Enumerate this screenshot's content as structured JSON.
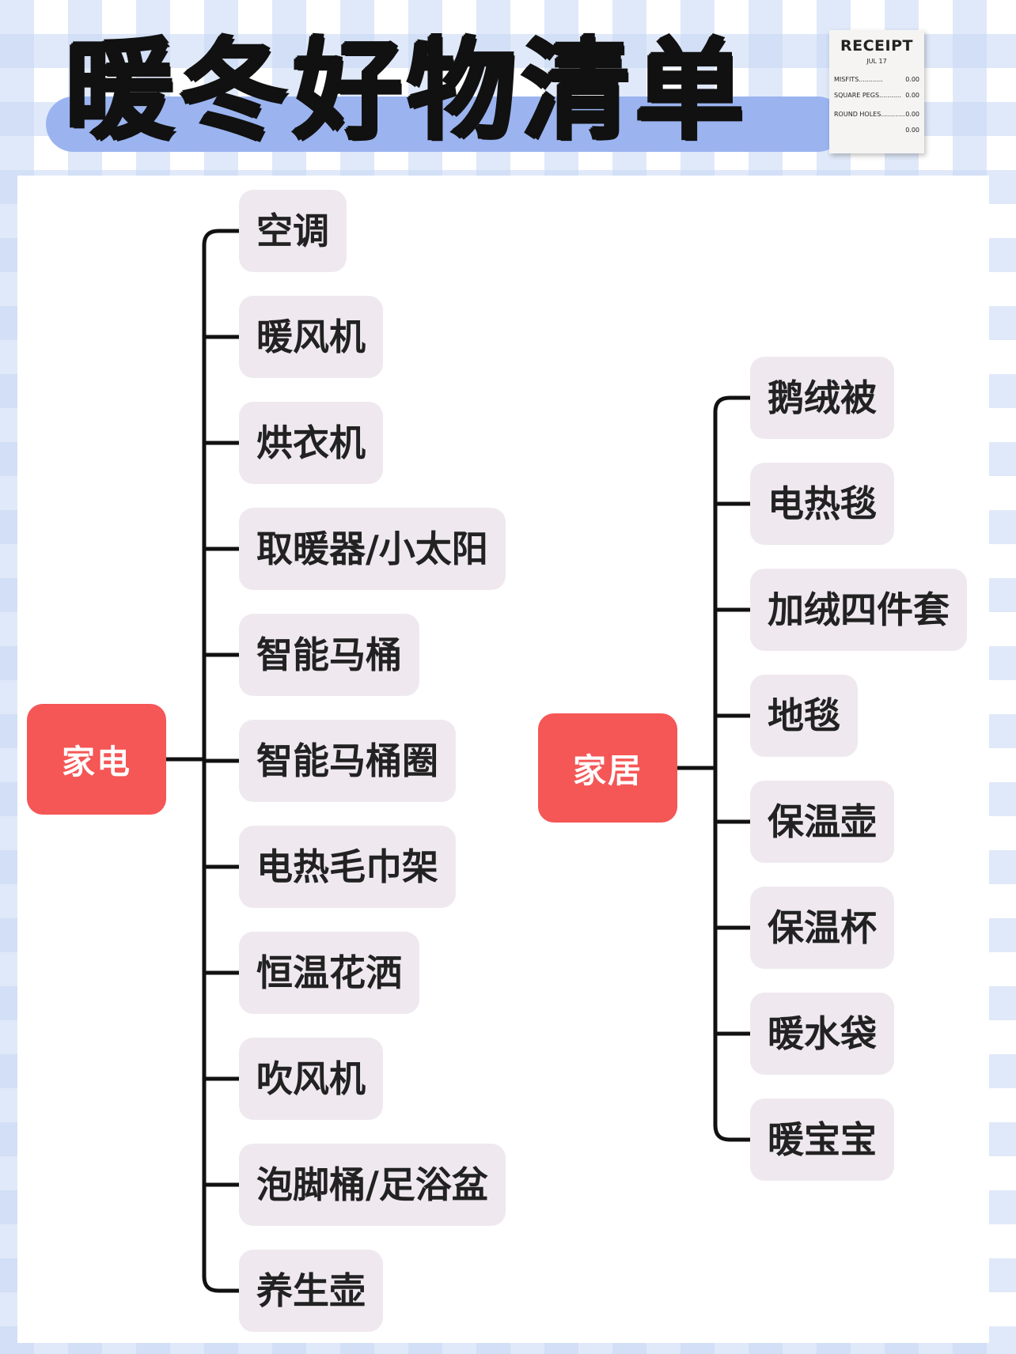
{
  "title": "暖冬好物清单",
  "receipt": {
    "title": "RECEIPT",
    "date": "JUL 17",
    "rows": [
      {
        "label": "MISFITS............",
        "value": "0.00"
      },
      {
        "label": "SQUARE PEGS...........",
        "value": "0.00"
      },
      {
        "label": "ROUND HOLES............",
        "value": "0.00"
      },
      {
        "label": "",
        "value": "0.00"
      }
    ]
  },
  "mindmap": {
    "left": {
      "root": "家电",
      "items": [
        "空调",
        "暖风机",
        "烘衣机",
        "取暖器/小太阳",
        "智能马桶",
        "智能马桶圈",
        "电热毛巾架",
        "恒温花洒",
        "吹风机",
        "泡脚桶/足浴盆",
        "养生壶"
      ]
    },
    "right": {
      "root": "家居",
      "items": [
        "鹅绒被",
        "电热毯",
        "加绒四件套",
        "地毯",
        "保温壶",
        "保温杯",
        "暖水袋",
        "暖宝宝"
      ]
    }
  },
  "colors": {
    "root_fill": "#f55656",
    "node_fill": "#efe9ef",
    "line": "#111111",
    "title_band": "#9bb4f0"
  }
}
